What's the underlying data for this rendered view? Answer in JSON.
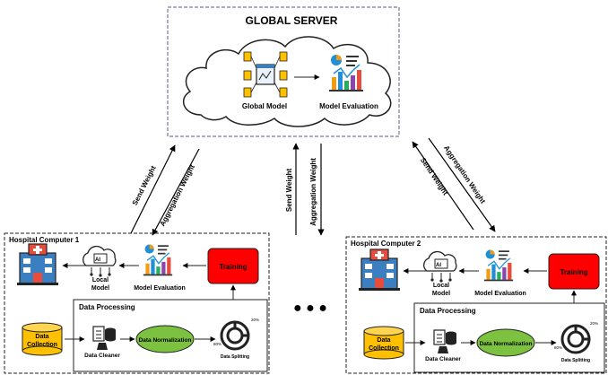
{
  "server": {
    "title": "GLOBAL SERVER",
    "global_model": "Global Model",
    "model_evaluation": "Model Evaluation"
  },
  "arrows": {
    "left_send": "Send Weight",
    "left_aggregation": "Aggregation  Weight",
    "mid_send": "Send Weight",
    "mid_aggregation": "Aggregation  Weight",
    "right_send": "Send Weight",
    "right_aggregation": "Aggregation  Weight"
  },
  "hospital1": {
    "title": "Hospital Computer 1",
    "local_model_line1": "Local",
    "local_model_line2": "Model",
    "model_evaluation": "Model Evaluation",
    "training": "Training",
    "processing_title": "Data Processing",
    "collection_line1": "Data",
    "collection_line2": "Collection",
    "cleaner": "Data Cleaner",
    "normalization": "Data Normalization",
    "splitting": "Data Splitting",
    "pct_top": "20%",
    "pct_bottom": "80%"
  },
  "hospital2": {
    "title": "Hospital Computer 2",
    "local_model_line1": "Local",
    "local_model_line2": "Model",
    "model_evaluation": "Model Evaluation",
    "training": "Training",
    "processing_title": "Data Processing",
    "collection_line1": "Data",
    "collection_line2": "Collection",
    "cleaner": "Data Cleaner",
    "normalization": "Data Normalization",
    "splitting": "Data Splitting",
    "pct_top": "20%",
    "pct_bottom": "80%"
  },
  "ellipsis": "● ● ●",
  "colors": {
    "training": "#ff0000",
    "normalization": "#7cc13f",
    "collection": "#ffc000",
    "server_border": "#5a5a8a",
    "bar_blue": "#1f8fd8",
    "bar_orange": "#f39c12",
    "bar_green": "#27ae60",
    "bar_purple": "#8e44ad",
    "bar_red": "#e74c3c",
    "hospital_blue": "#3c7fc1"
  },
  "icons": [
    "network-model-icon",
    "evaluation-chart-icon",
    "ai-cloud-icon",
    "hospital-icon",
    "database-icon",
    "data-cleaner-icon",
    "pie-chart-icon"
  ]
}
